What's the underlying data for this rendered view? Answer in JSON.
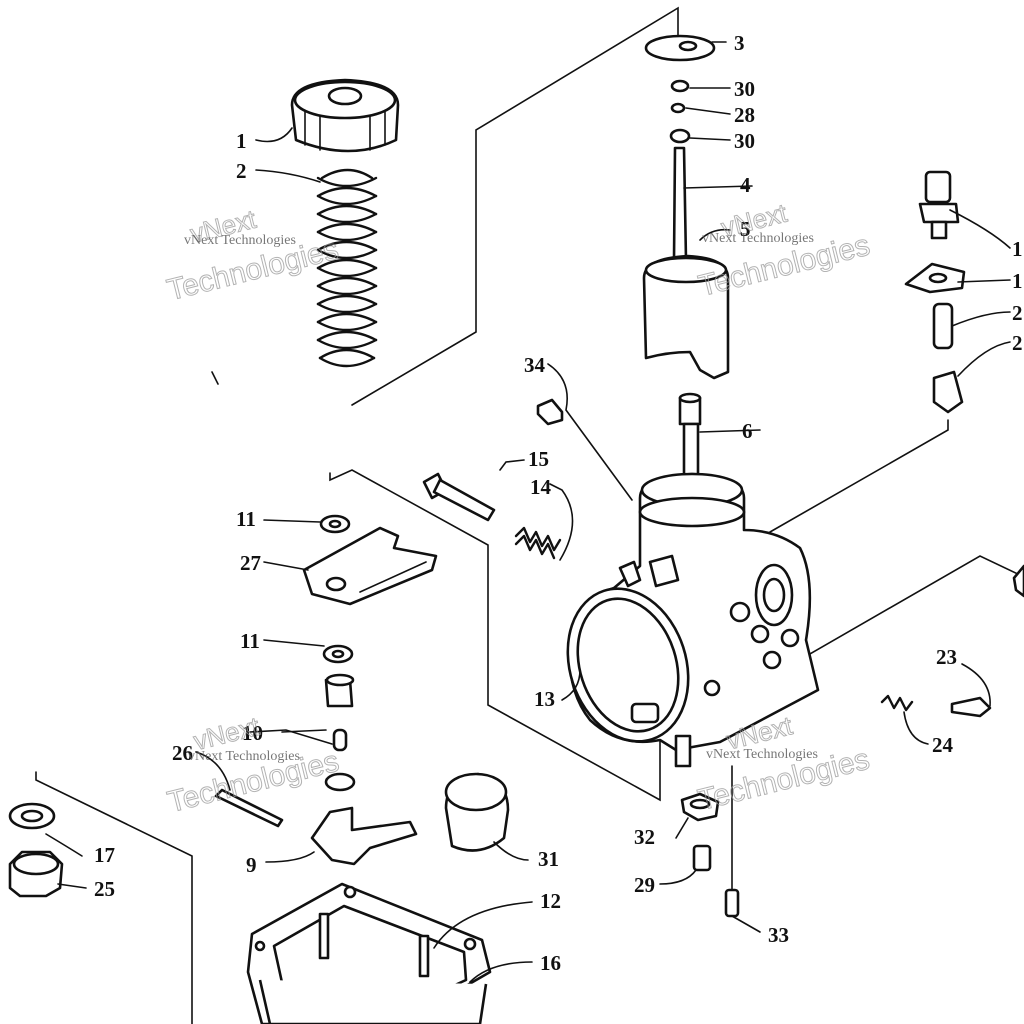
{
  "labels": [
    "1",
    "2",
    "3",
    "30",
    "28",
    "30",
    "4",
    "5",
    "6",
    "34",
    "15",
    "14",
    "11",
    "27",
    "11",
    "13",
    "10",
    "26",
    "9",
    "17",
    "25",
    "31",
    "12",
    "16",
    "32",
    "29",
    "33",
    "23",
    "24",
    "1",
    "1",
    "2",
    "2"
  ],
  "watermark": {
    "line1": "vNext",
    "line2": "Technologies",
    "small": "vNext Technologies"
  },
  "colors": {
    "ink": "#111111",
    "paper": "#ffffff",
    "watermark": "#9a9a9a"
  }
}
